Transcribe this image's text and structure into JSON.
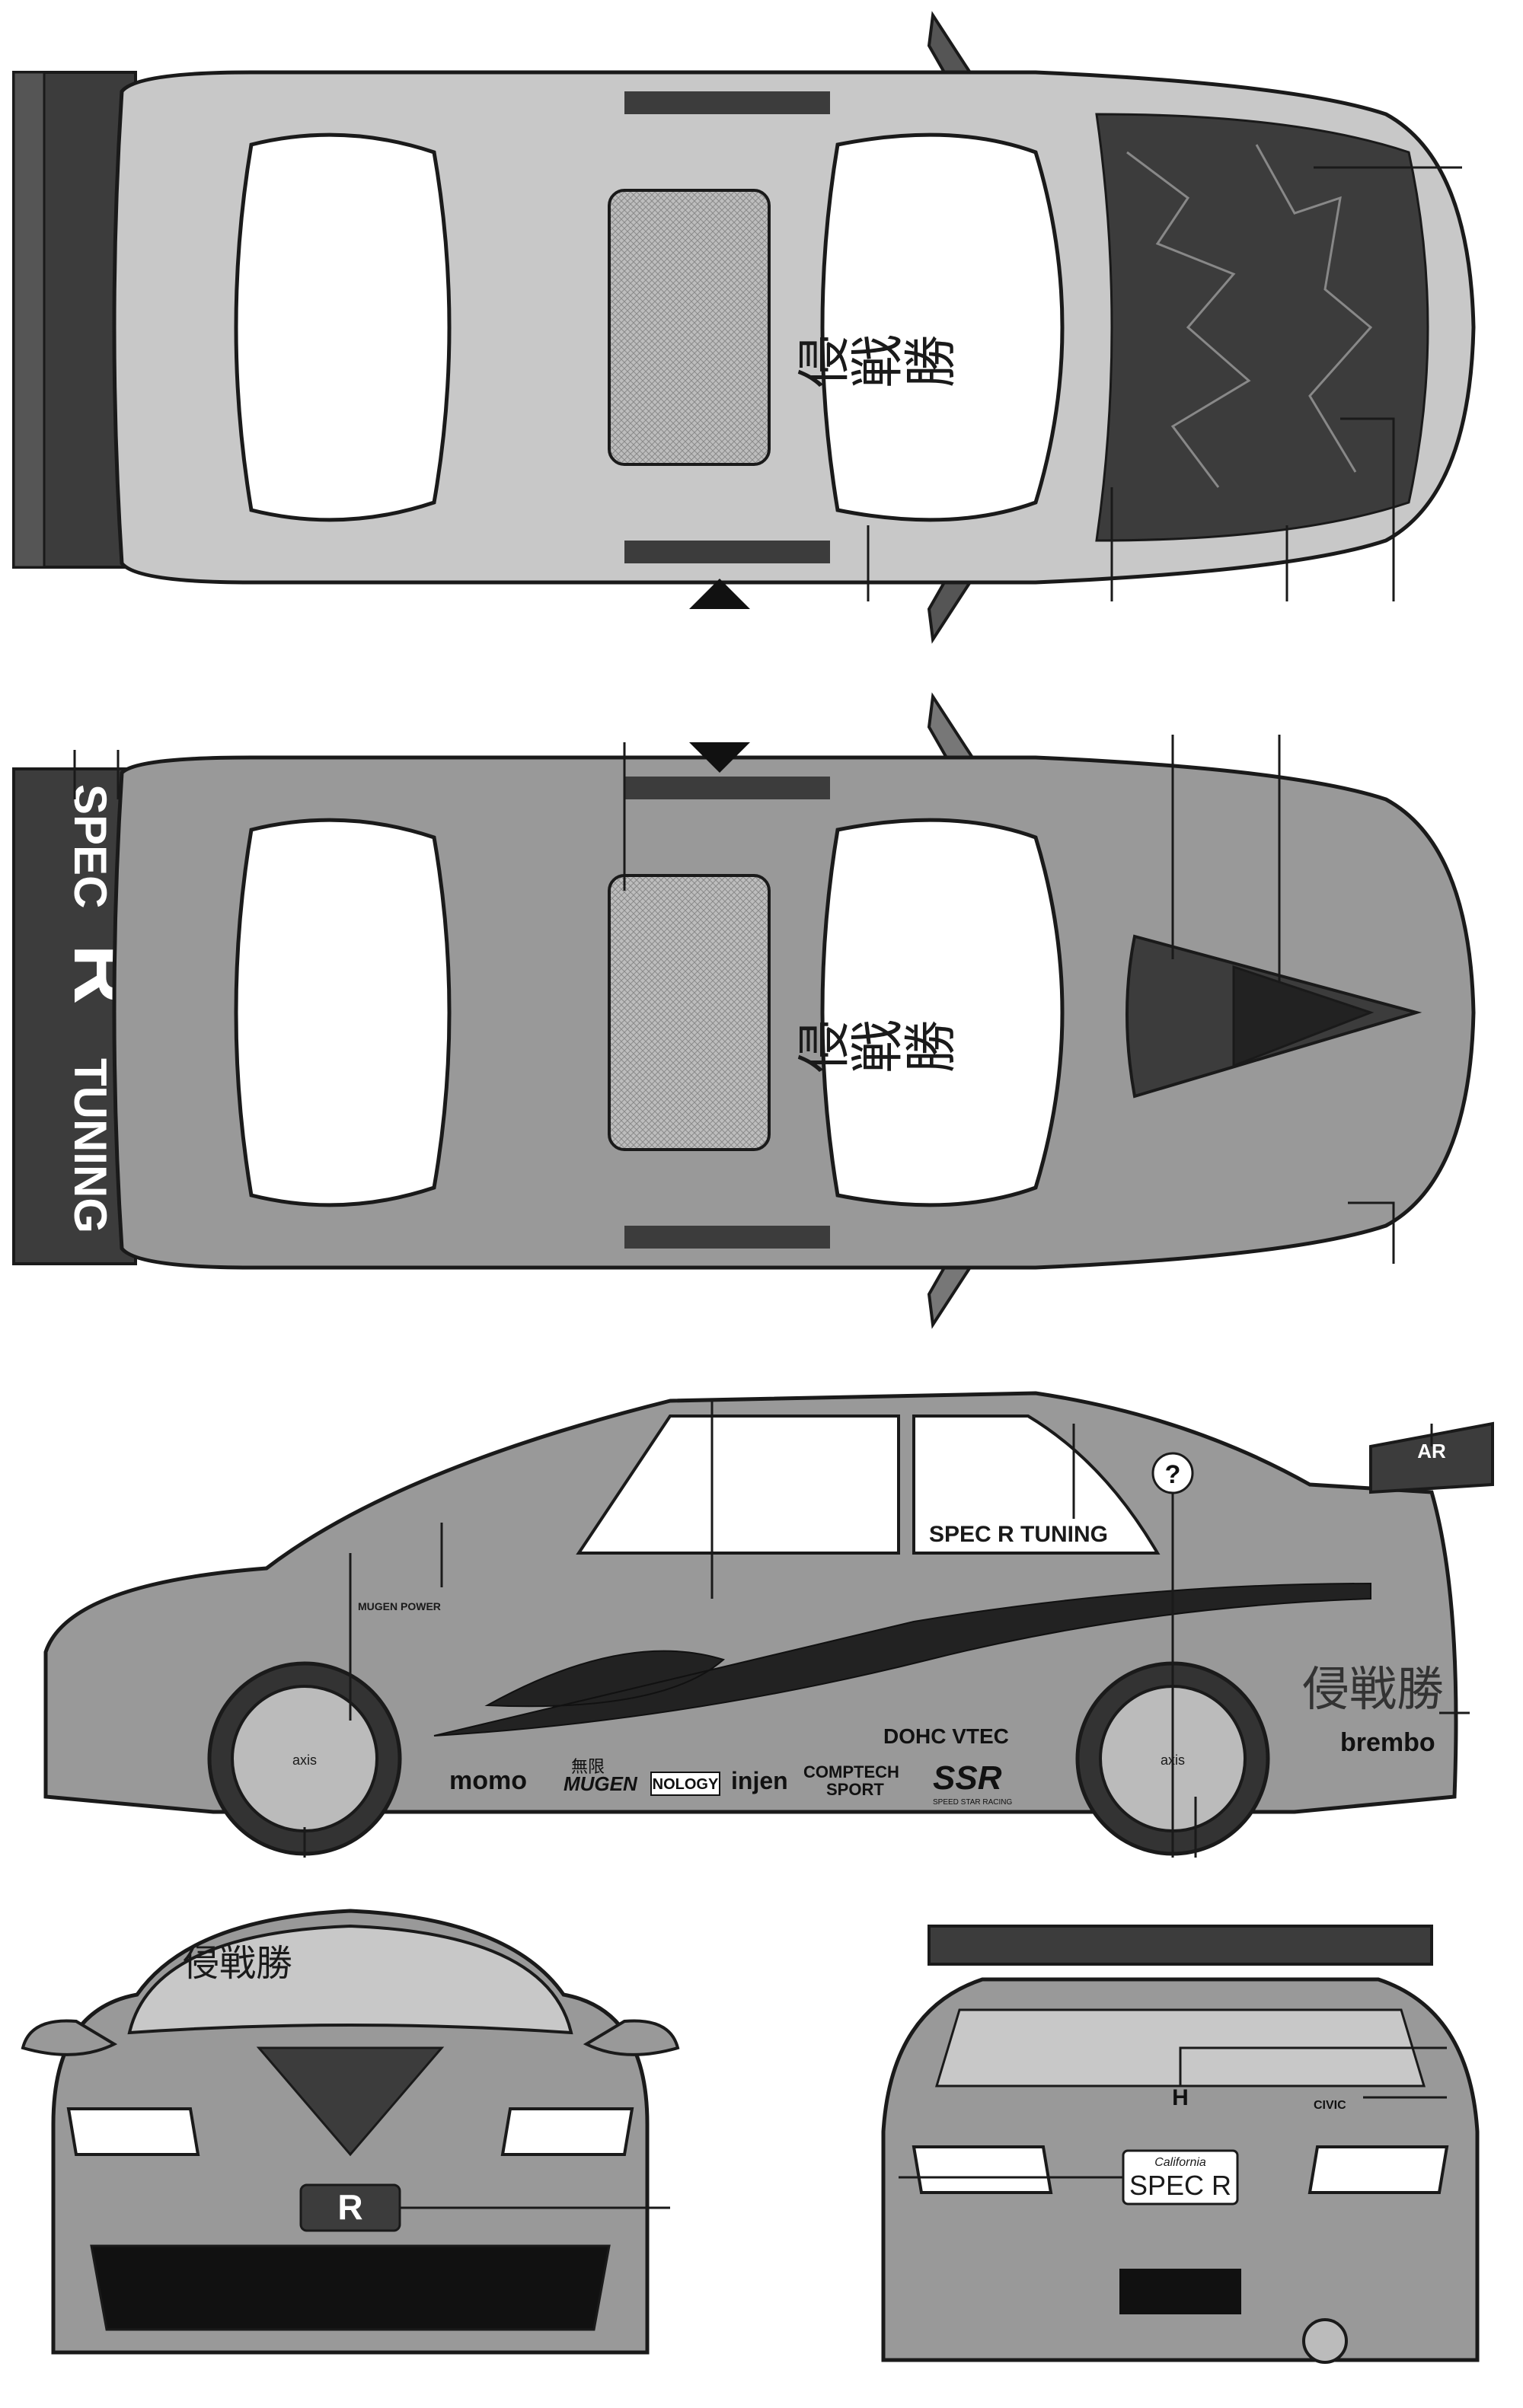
{
  "colors": {
    "page_background": "#ffffff",
    "body_light": "#c8c8c8",
    "body_mid": "#999999",
    "dark": "#3c3c3c",
    "black": "#111111",
    "glass": "#ffffff",
    "outline": "#1a1a1a"
  },
  "decals": {
    "kanji": "侵戦勝",
    "spec": "SPEC",
    "r_letter": "R",
    "tuning": "TUNING",
    "spec_r_tuning": "SPEC R TUNING",
    "momo": "momo",
    "mugen_jp": "無限",
    "mugen": "MUGEN",
    "mugen_power": "MUGEN POWER",
    "nology": "NOLOGY",
    "injen": "injen",
    "comptech_line1": "COMPTECH",
    "comptech_line2": "SPORT",
    "ssr": "SSR",
    "speed_star_racing": "SPEED STAR RACING",
    "vtec": "DOHC VTEC",
    "brembo": "brembo",
    "civic": "CIVIC",
    "question_mark": "?",
    "ar_logo": "AR",
    "plate_state": "California",
    "plate_number": "SPEC R",
    "front_plate": "R",
    "honda_h": "H",
    "wheel_brand": "axis"
  },
  "views": [
    {
      "id": "top-view-1",
      "kind": "top"
    },
    {
      "id": "top-view-2",
      "kind": "top"
    },
    {
      "id": "side-view",
      "kind": "side"
    },
    {
      "id": "front-view",
      "kind": "front"
    },
    {
      "id": "rear-view",
      "kind": "rear"
    }
  ]
}
